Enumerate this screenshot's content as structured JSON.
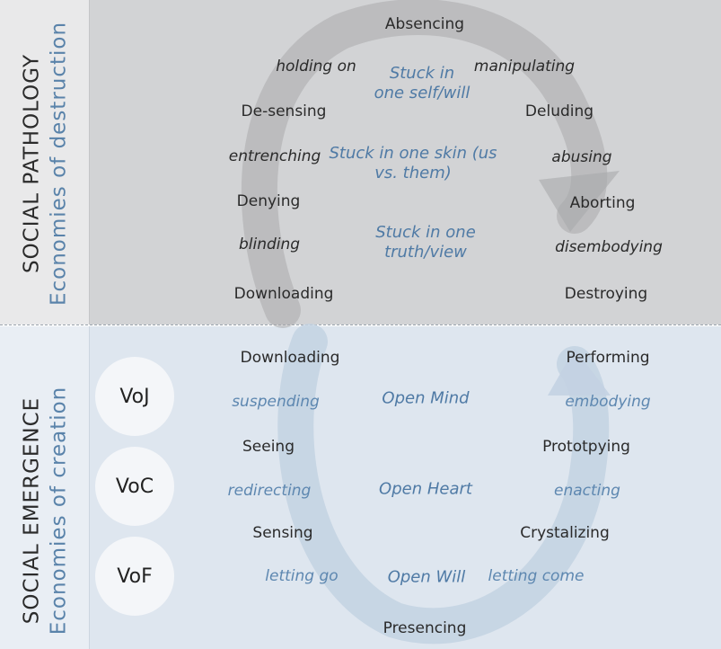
{
  "sections": {
    "pathology": {
      "title": "SOCIAL PATHOLOGY",
      "subtitle": "Economies of destruction"
    },
    "emergence": {
      "title": "SOCIAL EMERGENCE",
      "subtitle": "Economies of creation"
    }
  },
  "pathology": {
    "top": "Absencing",
    "holding_on": "holding on",
    "manipulating": "manipulating",
    "stuck_self": "Stuck in one self/will",
    "de_sensing": "De-sensing",
    "deluding": "Deluding",
    "entrenching": "entrenching",
    "stuck_skin": "Stuck in one skin (us vs. them)",
    "abusing": "abusing",
    "denying": "Denying",
    "aborting": "Aborting",
    "blinding": "blinding",
    "stuck_truth": "Stuck in one truth/view",
    "disembodying": "disembodying",
    "downloading": "Downloading",
    "destroying": "Destroying"
  },
  "emergence": {
    "downloading": "Downloading",
    "performing": "Performing",
    "suspending": "suspending",
    "open_mind": "Open Mind",
    "embodying": "embodying",
    "seeing": "Seeing",
    "prototyping": "Prototpying",
    "redirecting": "redirecting",
    "open_heart": "Open Heart",
    "enacting": "enacting",
    "sensing": "Sensing",
    "crystalizing": "Crystalizing",
    "letting_go": "letting go",
    "open_will": "Open Will",
    "letting_come": "letting come",
    "presencing": "Presencing"
  },
  "voices": {
    "voj": "VoJ",
    "voc": "VoC",
    "vof": "VoF"
  },
  "colors": {
    "pathology_bg": "#d2d3d5",
    "emergence_bg": "#dee6ef",
    "accent_blue": "#5d87b0",
    "text_dark": "#2a2a2a"
  }
}
